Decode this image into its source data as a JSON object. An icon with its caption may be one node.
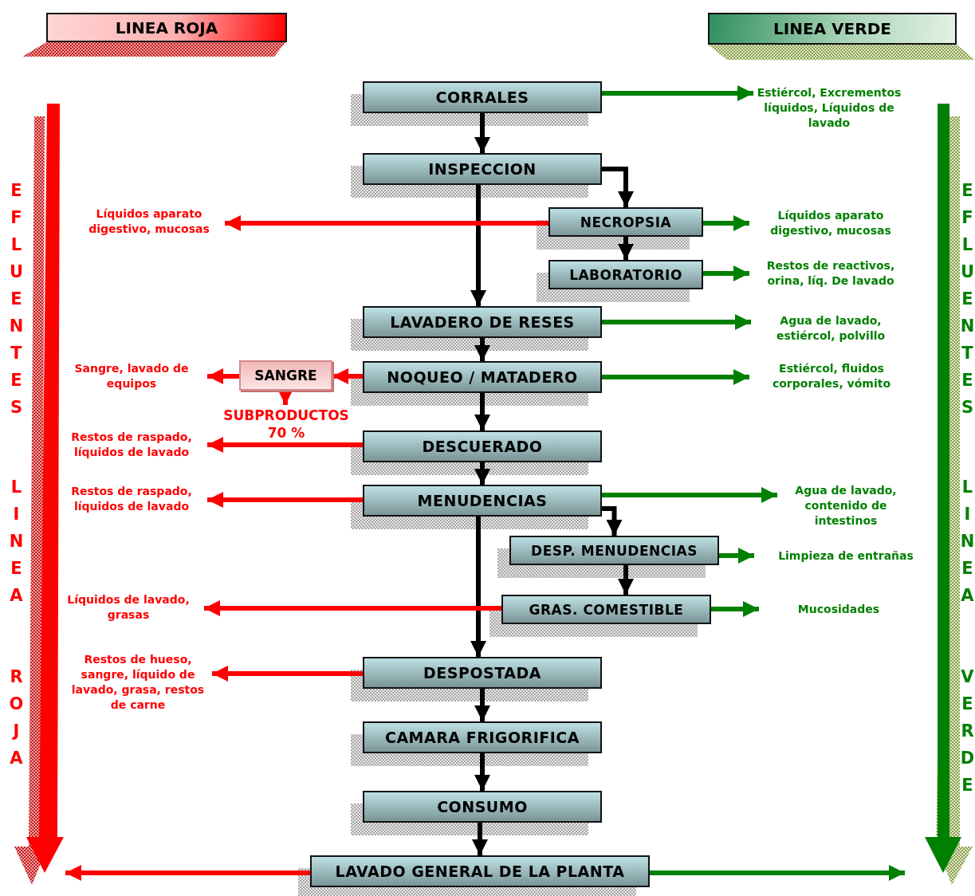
{
  "diagram": {
    "nodes": [
      {
        "text": [
          "LINEA ROJA"
        ]
      },
      {
        "text": [
          "LINEA VERDE"
        ]
      },
      {
        "text": [
          "CORRALES"
        ]
      },
      {
        "text": [
          "INSPECCION"
        ]
      },
      {
        "text": [
          "NECROPSIA"
        ]
      },
      {
        "text": [
          "LABORATORIO"
        ]
      },
      {
        "text": [
          "LAVADERO DE RESES"
        ]
      },
      {
        "text": [
          "SANGRE"
        ]
      },
      {
        "text": [
          "NOQUEO / MATADERO"
        ]
      },
      {
        "text": [
          "DESCUERADO"
        ]
      },
      {
        "text": [
          "MENUDENCIAS"
        ]
      },
      {
        "text": [
          "DESP. MENUDENCIAS"
        ]
      },
      {
        "text": [
          "GRAS. COMESTIBLE"
        ]
      },
      {
        "text": [
          "DESPOSTADA"
        ]
      },
      {
        "text": [
          "CAMARA FRIGORIFICA"
        ]
      },
      {
        "text": [
          "CONSUMO"
        ]
      },
      {
        "text": [
          "LAVADO GENERAL DE LA PLANTA"
        ]
      },
      {
        "text": [
          "Estiércol, Excrementos líquidos, Líquidos de lavado"
        ]
      },
      {
        "text": [
          "Líquidos aparato digestivo, mucosas"
        ]
      },
      {
        "text": [
          "Líquidos aparato digestivo, mucosas"
        ]
      },
      {
        "text": [
          "Restos de reactivos, orina, líq. De lavado"
        ]
      },
      {
        "text": [
          "Agua de lavado, estiércol, polvillo"
        ]
      },
      {
        "text": [
          "Sangre, lavado de equipos"
        ]
      },
      {
        "text": [
          "Estiércol, fluidos corporales, vómito"
        ]
      },
      {
        "text": [
          "SUBPRODUCTOS 70 %"
        ]
      },
      {
        "text": [
          "Restos de raspado, líquidos de lavado"
        ]
      },
      {
        "text": [
          "Restos de raspado, líquidos de lavado"
        ]
      },
      {
        "text": [
          "Agua de lavado, contenido de intestinos"
        ]
      },
      {
        "text": [
          "Limpieza de entrañas"
        ]
      },
      {
        "text": [
          "Líquidos de lavado, grasas"
        ]
      },
      {
        "text": [
          "Mucosidades"
        ]
      },
      {
        "text": [
          "Restos de hueso, sangre, líquido de lavado, grasa, restos de carne"
        ]
      }
    ],
    "edges": [
      {
        "from": 2,
        "to": 3,
        "arrow": "to"
      },
      {
        "from": 3,
        "to": 4,
        "arrow": "to"
      },
      {
        "from": 3,
        "to": 6,
        "arrow": "to"
      },
      {
        "from": 4,
        "to": 5,
        "arrow": "to"
      },
      {
        "from": 6,
        "to": 8,
        "arrow": "to"
      },
      {
        "from": 8,
        "to": 9,
        "arrow": "to"
      },
      {
        "from": 9,
        "to": 10,
        "arrow": "to"
      },
      {
        "from": 10,
        "to": 11,
        "arrow": "to"
      },
      {
        "from": 10,
        "to": 13,
        "arrow": "to"
      },
      {
        "from": 11,
        "to": 12,
        "arrow": "to"
      },
      {
        "from": 13,
        "to": 14,
        "arrow": "to"
      },
      {
        "from": 14,
        "to": 15,
        "arrow": "to"
      },
      {
        "from": 15,
        "to": 16,
        "arrow": "to"
      },
      {
        "from": 2,
        "to": 17,
        "arrow": "to",
        "color": "#008000"
      },
      {
        "from": 4,
        "to": 19,
        "arrow": "to",
        "color": "#008000"
      },
      {
        "from": 5,
        "to": 20,
        "arrow": "to",
        "color": "#008000"
      },
      {
        "from": 6,
        "to": 21,
        "arrow": "to",
        "color": "#008000"
      },
      {
        "from": 8,
        "to": 23,
        "arrow": "to",
        "color": "#008000"
      },
      {
        "from": 10,
        "to": 27,
        "arrow": "to",
        "color": "#008000"
      },
      {
        "from": 11,
        "to": 28,
        "arrow": "to",
        "color": "#008000"
      },
      {
        "from": 12,
        "to": 30,
        "arrow": "to",
        "color": "#008000"
      },
      {
        "from": 16,
        "to": null,
        "arrow": "to",
        "color": "#008000"
      },
      {
        "from": 4,
        "to": 18,
        "arrow": "to",
        "color": "#ff0000"
      },
      {
        "from": 8,
        "to": 7,
        "arrow": "to",
        "color": "#ff0000"
      },
      {
        "from": 7,
        "to": 22,
        "arrow": "to",
        "color": "#ff0000"
      },
      {
        "from": 7,
        "to": 24,
        "arrow": "to",
        "color": "#ff0000"
      },
      {
        "from": 9,
        "to": 25,
        "arrow": "to",
        "color": "#ff0000"
      },
      {
        "from": 10,
        "to": 26,
        "arrow": "to",
        "color": "#ff0000"
      },
      {
        "from": 12,
        "to": 29,
        "arrow": "to",
        "color": "#ff0000"
      },
      {
        "from": 13,
        "to": 31,
        "arrow": "to",
        "color": "#ff0000"
      },
      {
        "from": 16,
        "to": null,
        "arrow": "to",
        "color": "#ff0000"
      }
    ],
    "labels": [
      "EFLUENTES",
      "LINEA",
      "ROJA",
      "EFLUENTES",
      "LINEA",
      "VERDE"
    ]
  }
}
